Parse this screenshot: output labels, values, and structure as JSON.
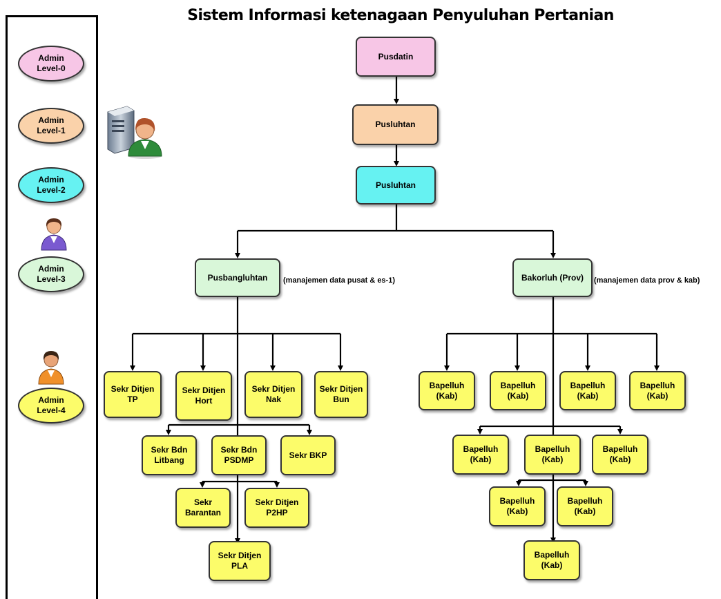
{
  "title": "Sistem Informasi ketenagaan Penyuluhan Pertanian",
  "colors": {
    "level0": "#f7c6e6",
    "level1": "#fad2aa",
    "level2": "#66f2f2",
    "level3": "#d9f7d9",
    "level4": "#fcfc6a"
  },
  "legend": [
    {
      "label": "Admin\nLevel-0",
      "level": "level0"
    },
    {
      "label": "Admin\nLevel-1",
      "level": "level1"
    },
    {
      "label": "Admin\nLevel-2",
      "level": "level2"
    },
    {
      "label": "Admin\nLevel-3",
      "level": "level3"
    },
    {
      "label": "Admin\nLevel-4",
      "level": "level4"
    }
  ],
  "icons": [
    "server-user-icon",
    "user-purple-icon",
    "user-orange-icon"
  ],
  "nodes": {
    "pusdatin": "Pusdatin",
    "pusluhtan_1": "Pusluhtan",
    "pusluhtan_2": "Pusluhtan",
    "pusbangluhtan": "Pusbangluhtan",
    "bakorluh": "Bakorluh (Prov)",
    "sekr_tp": "Sekr Ditjen\nTP",
    "sekr_hort": "Sekr Ditjen\nHort",
    "sekr_nak": "Sekr Ditjen\nNak",
    "sekr_bun": "Sekr Ditjen\nBun",
    "sekr_litbang": "Sekr Bdn\nLitbang",
    "sekr_psdmp": "Sekr Bdn\nPSDMP",
    "sekr_bkp": "Sekr BKP",
    "sekr_barantan": "Sekr\nBarantan",
    "sekr_p2hp": "Sekr Ditjen\nP2HP",
    "sekr_pla": "Sekr Ditjen\nPLA",
    "bapelluh_1": "Bapelluh\n(Kab)",
    "bapelluh_2": "Bapelluh\n(Kab)",
    "bapelluh_3": "Bapelluh\n(Kab)",
    "bapelluh_4": "Bapelluh\n(Kab)",
    "bapelluh_5": "Bapelluh\n(Kab)",
    "bapelluh_6": "Bapelluh\n(Kab)",
    "bapelluh_7": "Bapelluh\n(Kab)",
    "bapelluh_8": "Bapelluh\n(Kab)",
    "bapelluh_9": "Bapelluh\n(Kab)",
    "bapelluh_10": "Bapelluh\n(Kab)"
  },
  "notes": {
    "pusat": "(manajemen data pusat & es-1)",
    "prov": "(manajemen data prov & kab)"
  }
}
